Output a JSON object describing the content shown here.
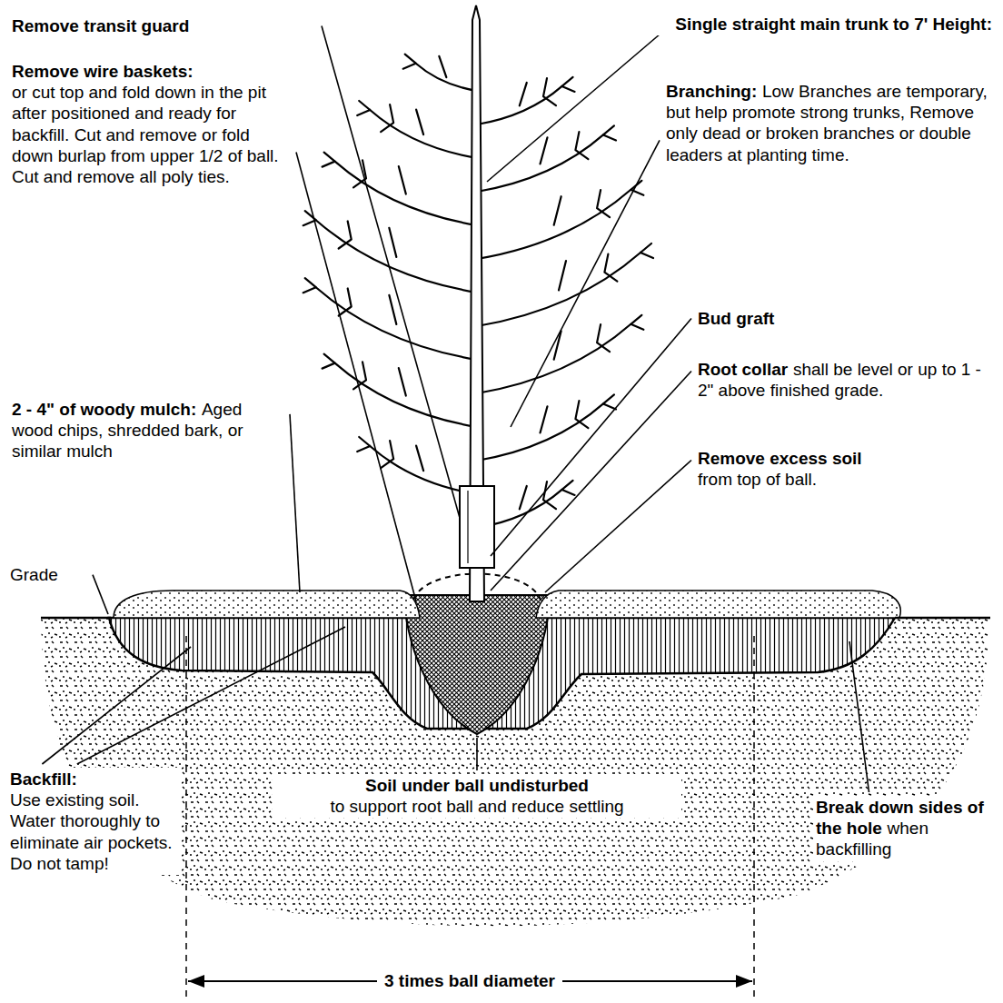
{
  "diagram": {
    "labels": [
      "Remove transit guard",
      "Remove wire baskets:",
      "or cut top and fold down in the pit after positioned and ready for backfill. Cut and remove or fold down burlap from upper 1/2 of ball. Cut and remove all poly ties.",
      "2 - 4\" of woody mulch:",
      "Aged wood chips, shredded bark, or similar mulch",
      "Grade",
      "Backfill:",
      "Use existing soil. Water thoroughly to eliminate air pockets. Do not tamp!",
      "Soil under ball undisturbed",
      "to support root ball and reduce settling",
      "3 times ball diameter",
      "Single straight main trunk to 7' Height:",
      "Branching:",
      "Low Branches are temporary, but help promote strong trunks, Remove only dead or broken branches or double leaders at planting time.",
      "Bud graft",
      "Root collar",
      "shall be level or up to 1 - 2\" above finished grade.",
      "Remove excess soil",
      "from top of ball.",
      "Break down sides of the hole",
      "when backfilling"
    ]
  }
}
